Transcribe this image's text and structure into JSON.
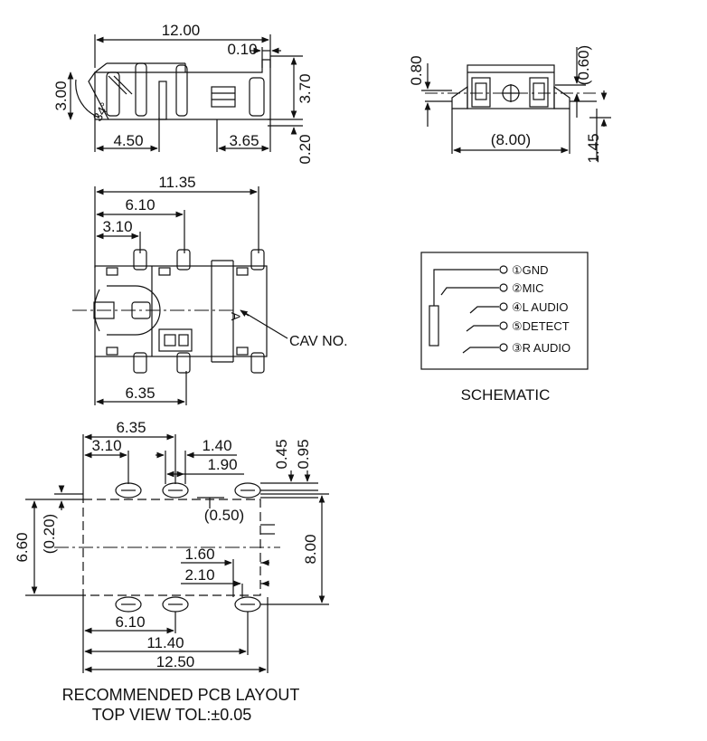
{
  "side_view": {
    "dims": [
      "12.00",
      "0.10",
      "3.00",
      "34°",
      "3.70",
      "4.50",
      "3.65",
      "0.20"
    ]
  },
  "end_view": {
    "dims": [
      "0.80",
      "(0.60)",
      "(8.00)",
      "1.45"
    ]
  },
  "top_view": {
    "dims": [
      "11.35",
      "6.10",
      "3.10",
      "6.35"
    ],
    "marker": "A",
    "callout": "CAV NO."
  },
  "schematic": {
    "pins": [
      "①GND",
      "②MIC",
      "④L AUDIO",
      "⑤DETECT",
      "③R AUDIO"
    ],
    "caption": "SCHEMATIC"
  },
  "pcb_layout": {
    "dims": [
      "6.35",
      "3.10",
      "1.40",
      "1.90",
      "0.45",
      "0.95",
      "6.60",
      "(0.20)",
      "(0.50)",
      "1.60",
      "2.10",
      "8.00",
      "6.10",
      "11.40",
      "12.50"
    ],
    "caption_line1": "RECOMMENDED PCB LAYOUT",
    "caption_line2": "TOP VIEW TOL:±0.05"
  },
  "colors": {
    "ink": "#111111",
    "paper": "#ffffff"
  }
}
